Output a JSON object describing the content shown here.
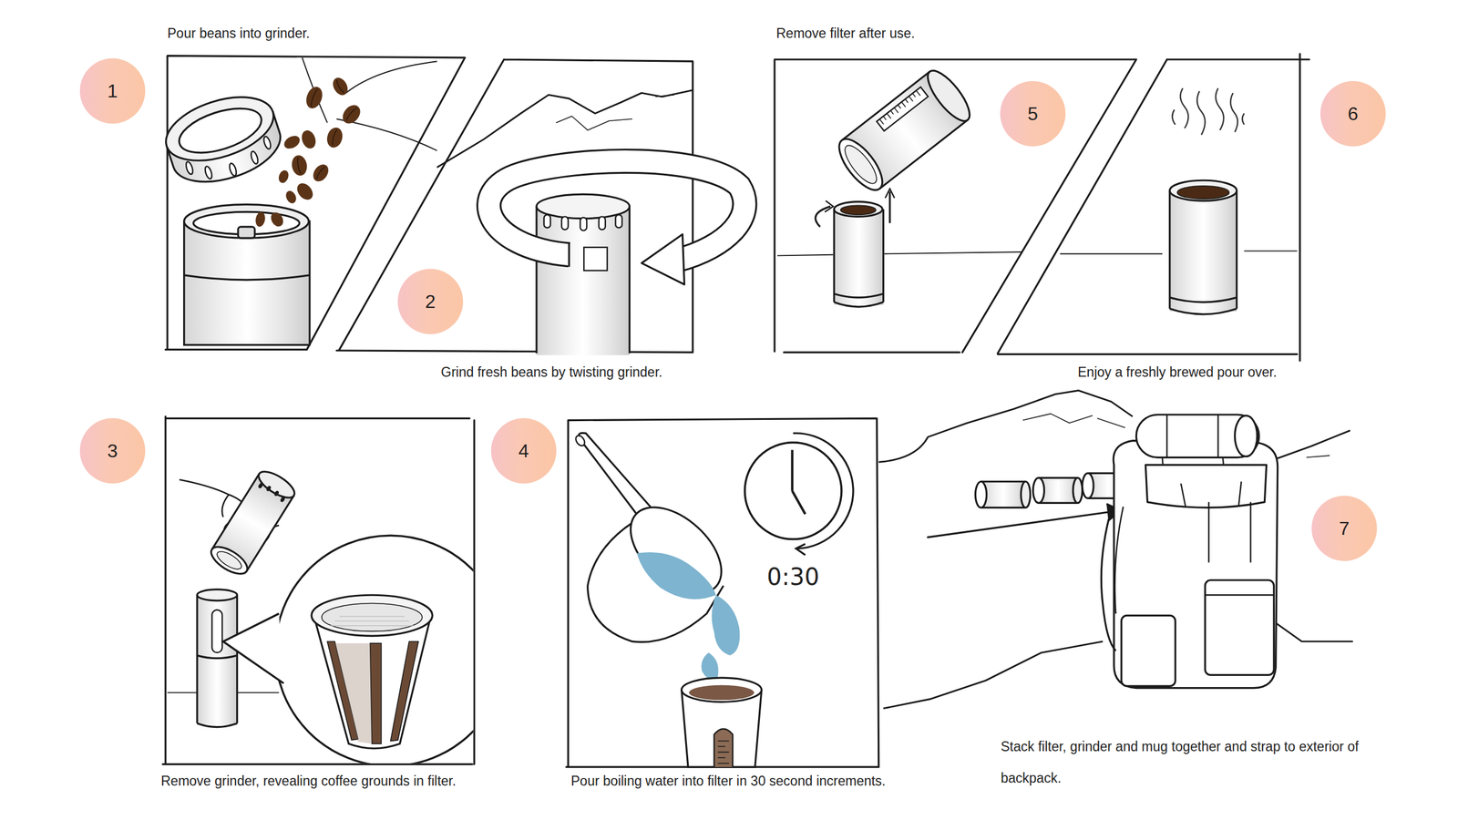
{
  "diagram": {
    "nodes": [
      {
        "text": [
          "1"
        ]
      },
      {
        "text": [
          "2"
        ]
      },
      {
        "text": [
          "3"
        ]
      },
      {
        "text": [
          "4"
        ]
      },
      {
        "text": [
          "5"
        ]
      },
      {
        "text": [
          "6"
        ]
      },
      {
        "text": [
          "7"
        ]
      }
    ],
    "edges": [],
    "labels": [
      "Pour beans into grinder.",
      "Remove filter after use.",
      "Grind fresh beans by twisting grinder.",
      "Enjoy a freshly brewed pour over.",
      "0:30",
      "Remove grinder, revealing coffee grounds in filter.",
      "Pour boiling water into filter in 30 second increments.",
      "Stack filter, grinder and mug together and strap to exterior of backpack."
    ]
  }
}
